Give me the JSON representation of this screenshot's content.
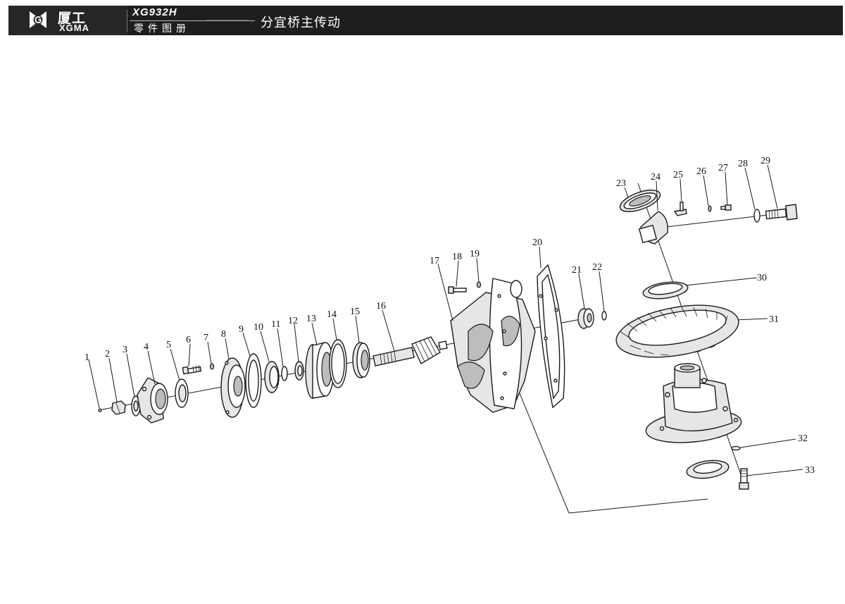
{
  "header": {
    "brand_cn": "厦工",
    "brand_en": "XGMA",
    "model": "XG932H",
    "catalog_label": "零件图册",
    "section_title": "分宜桥主传动"
  },
  "callouts": [
    "1",
    "2",
    "3",
    "4",
    "5",
    "6",
    "7",
    "8",
    "9",
    "10",
    "11",
    "12",
    "13",
    "14",
    "15",
    "16",
    "17",
    "18",
    "19",
    "20",
    "21",
    "22",
    "23",
    "24",
    "25",
    "26",
    "27",
    "28",
    "29",
    "30",
    "31",
    "32",
    "33"
  ],
  "colors": {
    "header_bg": "#1e1e1e",
    "line": "#1a1a1a",
    "paper": "#ffffff"
  }
}
